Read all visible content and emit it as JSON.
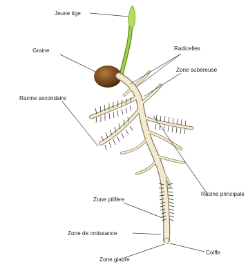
{
  "labels": {
    "jeune_tige": "Jeune tige",
    "graine": "Graine",
    "radicelles": "Radicelles",
    "zone_subereuse": "Zone subéreuse",
    "racine_secondaire": "Racine secondaire",
    "racine_principale": "Racine principale",
    "zone_pilifere": "Zone pilifère",
    "zone_croissance": "Zone de croissance",
    "coiffe": "Coiffe",
    "zone_glabre": "Zone glabre"
  },
  "colors": {
    "stem": "#8bbf3a",
    "stem_dark": "#5d8f1f",
    "seed": "#7a4a1e",
    "root": "#f3ead2",
    "root_edge": "#8a7a55"
  }
}
